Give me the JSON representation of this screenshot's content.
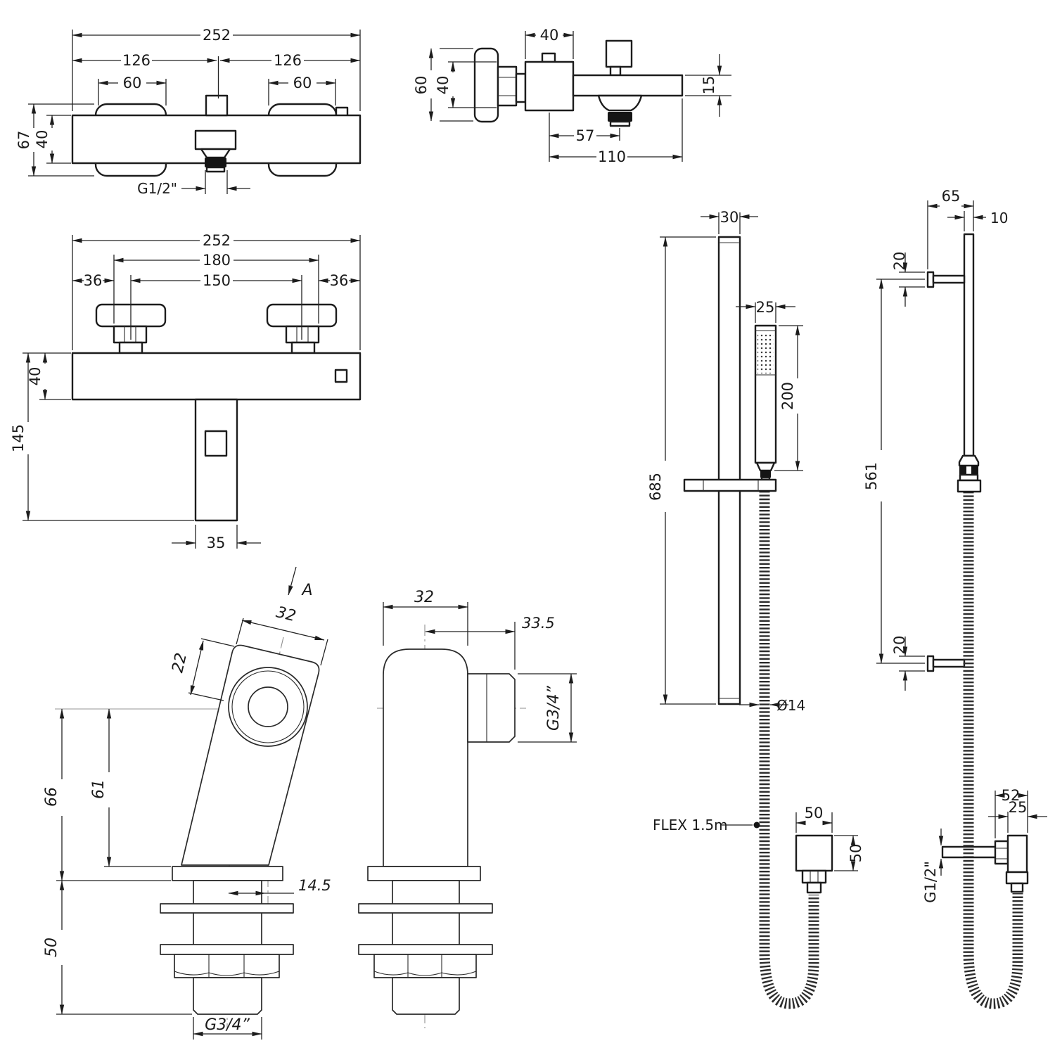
{
  "drawing": {
    "views": {
      "mixer_front": {
        "dims": {
          "overall_width": "252",
          "left_centre": "126",
          "right_centre": "126",
          "left_cover_width": "60",
          "right_cover_width": "60",
          "overall_height": "67",
          "body_height": "40",
          "outlet_thread": "G1/2\""
        }
      },
      "mixer_side": {
        "dims": {
          "body_depth": "40",
          "flange_height": "60",
          "body_height": "40",
          "spout_thickness": "15",
          "outlet_offset": "57",
          "spout_reach": "110"
        }
      },
      "mixer_back": {
        "dims": {
          "overall_width": "252",
          "fixing_outer": "180",
          "fixing_centres": "150",
          "left_margin": "36",
          "right_margin": "36",
          "body_height": "40",
          "spout_drop": "145",
          "spout_width": "35"
        }
      },
      "riser_front": {
        "dims": {
          "rail_width": "30",
          "rail_length": "685",
          "handset_width": "25",
          "handset_length": "200",
          "hose_diameter": "Ø14",
          "hose_length": "FLEX 1.5m",
          "outlet_width": "50",
          "outlet_height": "50"
        }
      },
      "riser_side": {
        "dims": {
          "bracket_offset": "65",
          "rail_depth": "10",
          "top_bracket": "20",
          "bracket_centres": "561",
          "bottom_bracket": "20",
          "outlet_depth": "52",
          "outlet_width": "25",
          "inlet_thread": "G1/2\""
        }
      },
      "leg_front": {
        "dims": {
          "section_label": "A",
          "top_width": "32",
          "top_depth": "22",
          "height_to_centre": "66",
          "height_to_body": "61",
          "centre_offset": "14.5",
          "thread_length": "50",
          "thread_size": "G3/4”"
        }
      },
      "leg_side": {
        "dims": {
          "body_width": "32",
          "port_reach": "33.5",
          "port_thread": "G3/4”"
        }
      }
    }
  }
}
